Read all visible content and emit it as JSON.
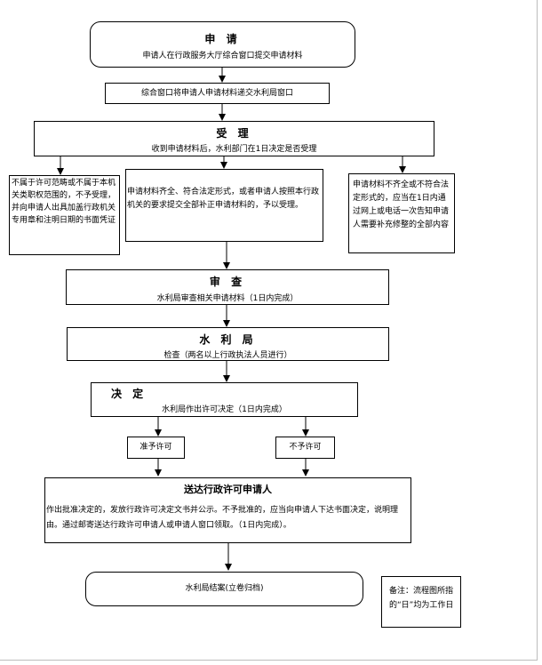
{
  "apply": {
    "title": "申 请",
    "text": "申请人在行政服务大厅综合窗口提交申请材料"
  },
  "transfer": {
    "text": "综合窗口将申请人申请材料递交水利局窗口"
  },
  "accept": {
    "title": "受 理",
    "text": "收到申请材料后，水利部门在1日决定是否受理"
  },
  "reject_scope": {
    "text": "不属于许可范畴或不属于本机关类职权范围的，不予受理，并向申请人出具加盖行政机关专用章和注明日期的书面凭证"
  },
  "complete": {
    "text": "申请材料齐全、符合法定形式，或者申请人按照本行政机关的要求提交全部补正申请材料的，予以受理。"
  },
  "incomplete": {
    "text": "申请材料不齐全或不符合法定形式的，应当在1日内通过网上或电话一次告知申请人需要补充修整的全部内容"
  },
  "review": {
    "title": "审 查",
    "text": "水利局审查相关申请材料（1日内完成）"
  },
  "bureau": {
    "title": "水 利 局",
    "text": "检查（两名以上行政执法人员进行）"
  },
  "decision": {
    "title": "决 定",
    "text": "水利局作出许可决定（1日内完成）"
  },
  "approve": {
    "text": "准予许可"
  },
  "deny": {
    "text": "不予许可"
  },
  "deliver": {
    "title": "送达行政许可申请人",
    "text": "作出批准决定的，发放行政许可决定文书并公示。不予批准的，应当向申请人下达书面决定，说明理由。通过邮寄送达行政许可申请人或申请人窗口领取。（1日内完成）。"
  },
  "archive": {
    "text": "水利局结案(立卷归档)"
  },
  "note": {
    "text": "备注：流程图所指的“日”均为工作日"
  }
}
